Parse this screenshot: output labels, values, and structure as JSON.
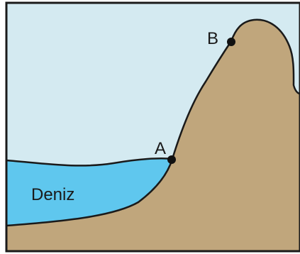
{
  "colors": {
    "sky": "#d4eaf1",
    "sea": "#5fc7ee",
    "land": "#c0a67c",
    "outline": "#1a1a1a",
    "point": "#111111"
  },
  "labels": {
    "sea": "Deniz",
    "point_a": "A",
    "point_b": "B"
  }
}
